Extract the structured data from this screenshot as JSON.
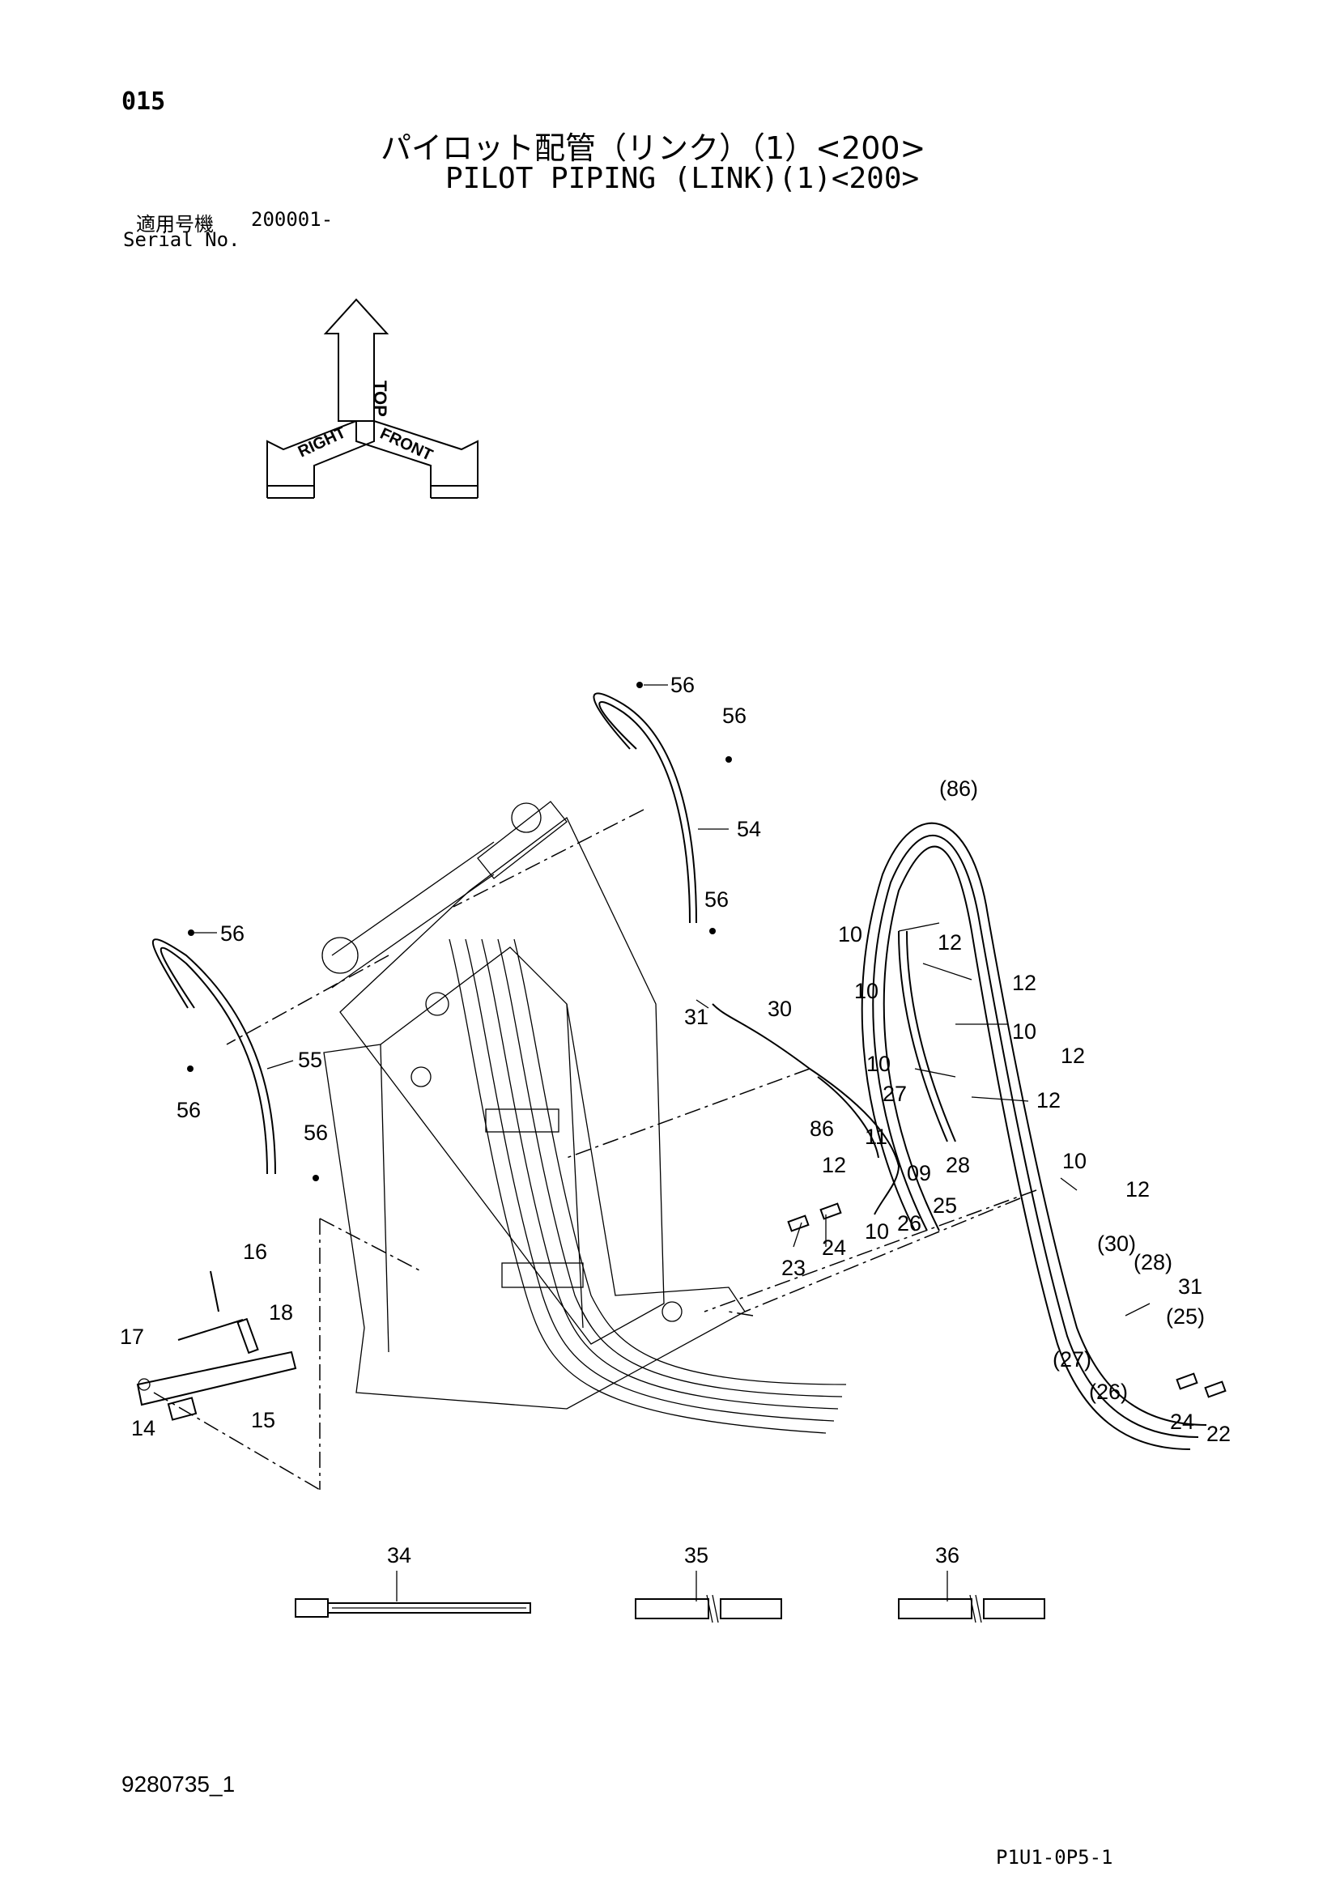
{
  "header": {
    "page_number": "015",
    "title_jp": "パイロット配管（リンク）（1）<200>",
    "title_en": "PILOT PIPING (LINK)(1)<200>",
    "serial_label_jp": "適用号機",
    "serial_value": "200001-",
    "serial_label_en": "Serial No."
  },
  "orientation": {
    "top": "TOP",
    "front": "FRONT",
    "right": "RIGHT"
  },
  "callouts": {
    "c56a": "56",
    "c56b": "56",
    "c56c": "56",
    "c56d": "56",
    "c56e": "56",
    "c56f": "56",
    "c54": "54",
    "c55": "55",
    "c86p": "(86)",
    "c10a": "10",
    "c10b": "10",
    "c10c": "10",
    "c10d": "10",
    "c10e": "10",
    "c10f": "10",
    "c12a": "12",
    "c12b": "12",
    "c12c": "12",
    "c12d": "12",
    "c12e": "12",
    "c12f": "12",
    "c31a": "31",
    "c31b": "31",
    "c30": "30",
    "c86": "86",
    "c27": "27",
    "c11": "11",
    "c09": "09",
    "c28": "28",
    "c25": "25",
    "c26": "26",
    "c23": "23",
    "c24a": "24",
    "c24b": "24",
    "c22": "22",
    "c30p": "(30)",
    "c28p": "(28)",
    "c25p": "(25)",
    "c27p": "(27)",
    "c26p": "(26)",
    "c16": "16",
    "c17": "17",
    "c18": "18",
    "c14": "14",
    "c15": "15",
    "c34": "34",
    "c35": "35",
    "c36": "36"
  },
  "footer": {
    "doc_code": "9280735_1",
    "sheet_code": "P1U1-0P5-1"
  }
}
